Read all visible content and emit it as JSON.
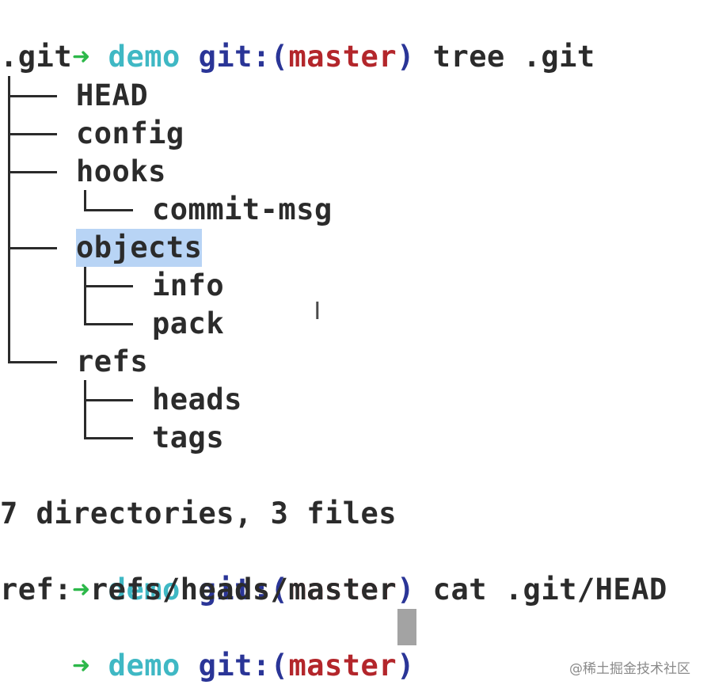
{
  "prompt": {
    "arrow": "➜",
    "dir": "demo",
    "git_label": "git:",
    "open_paren": "(",
    "branch": "master",
    "close_paren": ")"
  },
  "commands": {
    "first": "tree .git",
    "second": "cat .git/HEAD"
  },
  "tree": {
    "root": ".git",
    "entries": [
      {
        "name": "HEAD"
      },
      {
        "name": "config"
      },
      {
        "name": "hooks"
      },
      {
        "name": "commit-msg"
      },
      {
        "name": "objects"
      },
      {
        "name": "info"
      },
      {
        "name": "pack"
      },
      {
        "name": "refs"
      },
      {
        "name": "heads"
      },
      {
        "name": "tags"
      }
    ]
  },
  "output": {
    "summary": "7 directories, 3 files",
    "head_content": "ref: refs/heads/master"
  },
  "watermark": "@稀土掘金技术社区",
  "colors": {
    "arrow": "#2db84a",
    "dir": "#3fb8c4",
    "git_label": "#2a3597",
    "branch": "#b3262b",
    "selection": "#b8d4f5"
  }
}
